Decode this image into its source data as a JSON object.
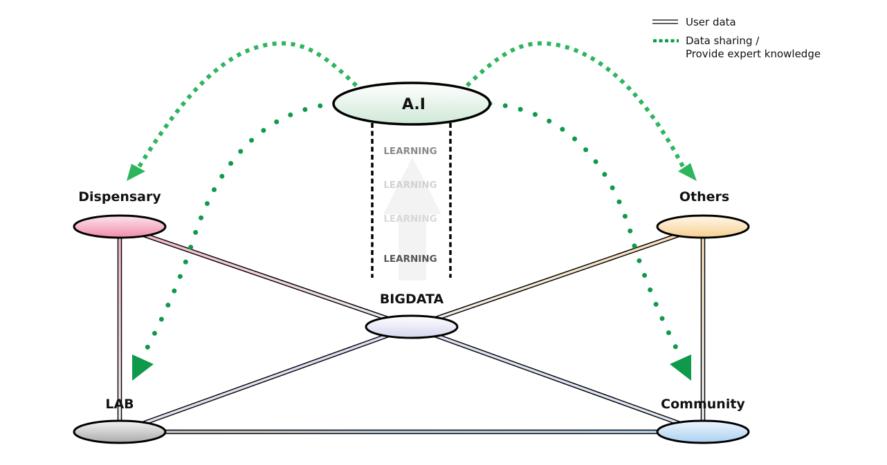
{
  "legend": {
    "items": [
      {
        "key": "user_data",
        "lines": [
          "User data"
        ],
        "style": "double-line"
      },
      {
        "key": "data_sharing",
        "lines": [
          "Data sharing /",
          "Provide expert knowledge"
        ],
        "style": "green-dotted"
      }
    ]
  },
  "nodes": {
    "ai": {
      "label": "A.I",
      "color_top": "#ffffff",
      "color_bottom": "#cfe8d6"
    },
    "dispensary": {
      "label": "Dispensary",
      "color_top": "#fde4ec",
      "color_bottom": "#f08cab"
    },
    "others": {
      "label": "Others",
      "color_top": "#fff8ea",
      "color_bottom": "#f6cf90"
    },
    "bigdata": {
      "label": "BIGDATA",
      "color_top": "#ffffff",
      "color_bottom": "#d4d6ef"
    },
    "lab": {
      "label": "LAB",
      "color_top": "#f4f4f4",
      "color_bottom": "#a9a9a9"
    },
    "community": {
      "label": "Community",
      "color_top": "#eef6fd",
      "color_bottom": "#a9d0f0"
    }
  },
  "learning": {
    "labels": [
      {
        "text": "LEARNING",
        "color": "#8a8a8a"
      },
      {
        "text": "LEARNING",
        "color": "#d2d2d2"
      },
      {
        "text": "LEARNING",
        "color": "#d8d8d8"
      },
      {
        "text": "LEARNING",
        "color": "#555555"
      }
    ],
    "arrow_color": "#f3f3f3"
  },
  "connections": [
    {
      "from": "dispensary",
      "to": "bigdata",
      "color_a": "#f2b6c8",
      "color_b": "#ececf6"
    },
    {
      "from": "dispensary",
      "to": "lab",
      "color_a": "#f2b6c8",
      "color_b": "#f5f0f2"
    },
    {
      "from": "others",
      "to": "bigdata",
      "color_a": "#f6dcb0",
      "color_b": "#f1efe8"
    },
    {
      "from": "others",
      "to": "community",
      "color_a": "#f6dcb0",
      "color_b": "#e6f0fb"
    },
    {
      "from": "lab",
      "to": "bigdata",
      "color_a": "#dfe2f2",
      "color_b": "#d9dcf1"
    },
    {
      "from": "bigdata",
      "to": "community",
      "color_a": "#dcdef2",
      "color_b": "#dce6f5"
    },
    {
      "from": "lab",
      "to": "community",
      "color_a": "#c4c4c4",
      "color_b": "#b8d7f2"
    }
  ],
  "colors": {
    "sharing_light": "#2db55d",
    "sharing_dark": "#0e9a4a",
    "outline": "#000000"
  }
}
